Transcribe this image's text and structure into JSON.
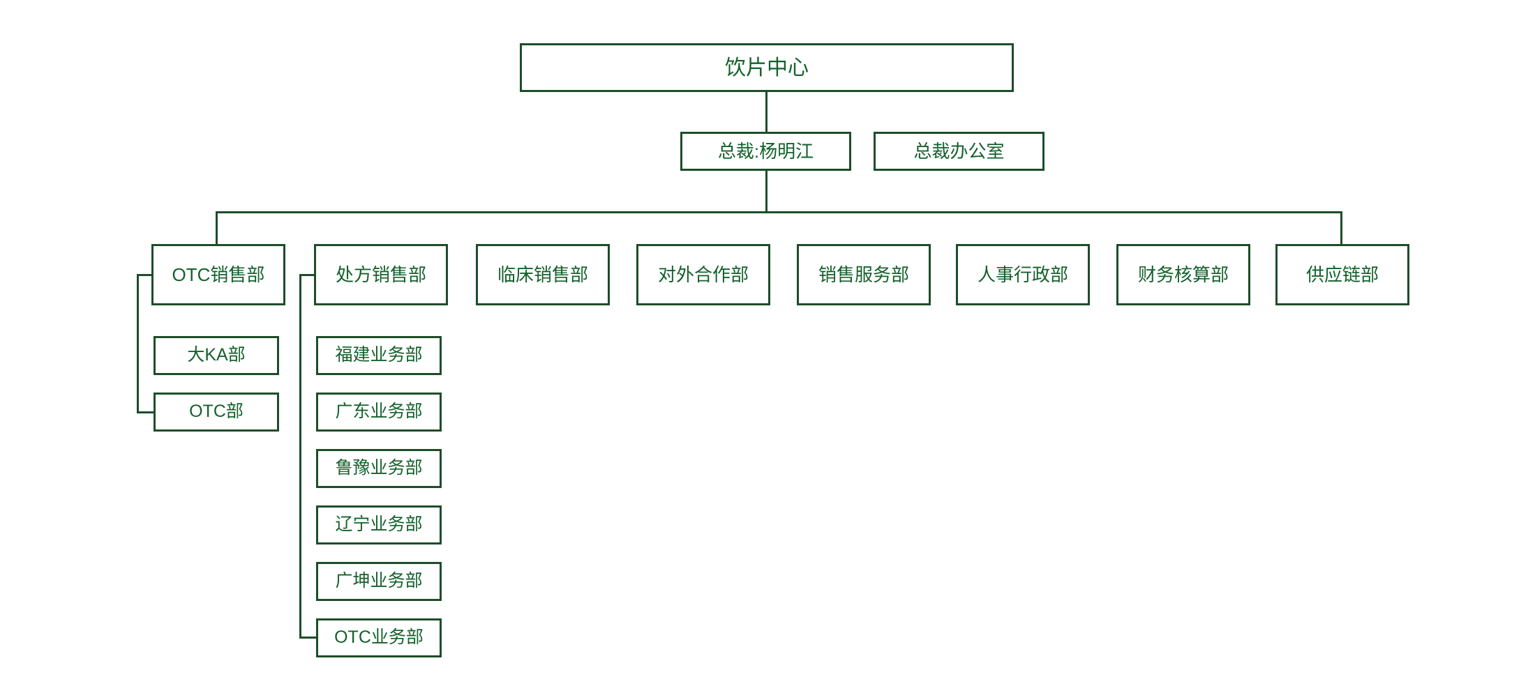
{
  "chart_data": {
    "type": "diagram",
    "diagram_type": "organization-chart",
    "title": "饮片中心",
    "orientation": "top-down",
    "colors": {
      "border": "#1d4d29",
      "text": "#14612c",
      "background": "#ffffff",
      "connector": "#1d4d29"
    },
    "levels": [
      {
        "level": 0,
        "nodes": [
          "饮片中心"
        ]
      },
      {
        "level": 1,
        "nodes": [
          "总裁:杨明江",
          "总裁办公室"
        ]
      },
      {
        "level": 2,
        "nodes": [
          "OTC销售部",
          "处方销售部",
          "临床销售部",
          "对外合作部",
          "销售服务部",
          "人事行政部",
          "财务核算部",
          "供应链部"
        ]
      },
      {
        "level": 3,
        "nodes": [
          "大KA部",
          "OTC部",
          "福建业务部",
          "广东业务部",
          "鲁豫业务部",
          "辽宁业务部",
          "广坤业务部",
          "OTC业务部"
        ]
      }
    ],
    "edges": [
      {
        "from": "饮片中心",
        "to": "总裁:杨明江"
      },
      {
        "from": "总裁:杨明江",
        "to": "OTC销售部"
      },
      {
        "from": "总裁:杨明江",
        "to": "处方销售部"
      },
      {
        "from": "总裁:杨明江",
        "to": "临床销售部"
      },
      {
        "from": "总裁:杨明江",
        "to": "对外合作部"
      },
      {
        "from": "总裁:杨明江",
        "to": "销售服务部"
      },
      {
        "from": "总裁:杨明江",
        "to": "人事行政部"
      },
      {
        "from": "总裁:杨明江",
        "to": "财务核算部"
      },
      {
        "from": "总裁:杨明江",
        "to": "供应链部"
      },
      {
        "from": "OTC销售部",
        "to": "大KA部"
      },
      {
        "from": "OTC销售部",
        "to": "OTC部"
      },
      {
        "from": "处方销售部",
        "to": "福建业务部"
      },
      {
        "from": "处方销售部",
        "to": "广东业务部"
      },
      {
        "from": "处方销售部",
        "to": "鲁豫业务部"
      },
      {
        "from": "处方销售部",
        "to": "辽宁业务部"
      },
      {
        "from": "处方销售部",
        "to": "广坤业务部"
      },
      {
        "from": "处方销售部",
        "to": "OTC业务部"
      }
    ]
  },
  "root": {
    "label": "饮片中心"
  },
  "executive": {
    "ceo_label": "总裁:杨明江",
    "office_label": "总裁办公室"
  },
  "departments": [
    {
      "label": "OTC销售部"
    },
    {
      "label": "处方销售部"
    },
    {
      "label": "临床销售部"
    },
    {
      "label": "对外合作部"
    },
    {
      "label": "销售服务部"
    },
    {
      "label": "人事行政部"
    },
    {
      "label": "财务核算部"
    },
    {
      "label": "供应链部"
    }
  ],
  "otc_sales_children": [
    {
      "label": "大KA部"
    },
    {
      "label": "OTC部"
    }
  ],
  "prescription_sales_children": [
    {
      "label": "福建业务部"
    },
    {
      "label": "广东业务部"
    },
    {
      "label": "鲁豫业务部"
    },
    {
      "label": "辽宁业务部"
    },
    {
      "label": "广坤业务部"
    },
    {
      "label": "OTC业务部"
    }
  ]
}
